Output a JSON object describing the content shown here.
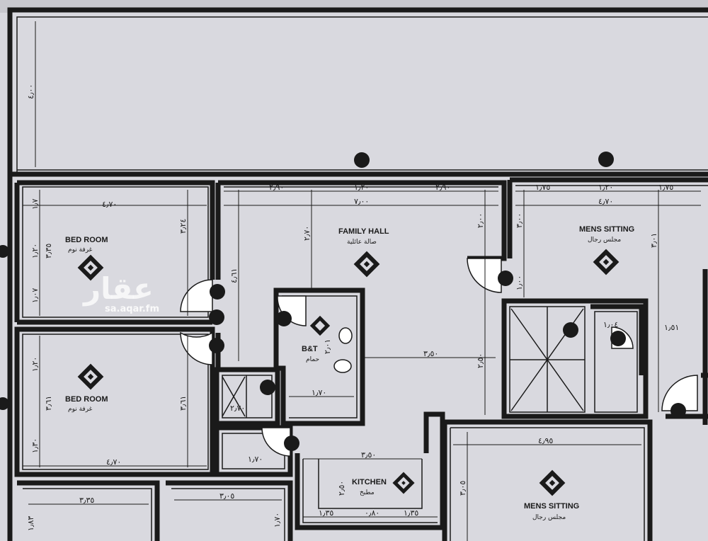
{
  "rooms": {
    "bed1": {
      "en": "BED ROOM",
      "ar": "غرفة نوم"
    },
    "bed2": {
      "en": "BED ROOM",
      "ar": "غرفة نوم"
    },
    "family": {
      "en": "FAMILY HALL",
      "ar": "صالة عائلية"
    },
    "mens1": {
      "en": "MENS SITTING",
      "ar": "مجلس رجال"
    },
    "mens2": {
      "en": "MENS SITTING",
      "ar": "مجلس رجال"
    },
    "bath": {
      "en": "B&T",
      "ar": "حمام"
    },
    "kitchen": {
      "en": "KITCHEN",
      "ar": "مطبخ"
    }
  },
  "dims": {
    "top_left_vert": "٤٫٠٠",
    "bed1_width": "٤٫٧٠",
    "bed1_h1": "١٫٧",
    "bed1_h2": "١٫٢٠",
    "bed1_h3": "٣٫٣٥",
    "bed1_h4": "١٫٠٧",
    "bed1_right": "٣٫٢٤",
    "bed2_width": "٤٫٧٠",
    "bed2_h1": "١٫٢٠",
    "bed2_h2": "٣٫٦١",
    "bed2_h3": "١٫٣٠",
    "bed2_right": "٣٫٦١",
    "hall_seg1": "٢٫٩٠",
    "hall_seg2": "١٫٢٠",
    "hall_seg3": "٢٫٩٠",
    "hall_total": "٧٫٠٠",
    "hall_left": "٤٫٦١",
    "hall_h": "٢٫٧٠",
    "hall_right": "٢٫٠٠",
    "hall_mid": "٣٫٥٠",
    "hall_right2": "٢٫٥٠",
    "bath_w": "١٫٧٠",
    "bath_h": "٢٫٠١",
    "mens1_seg1": "١٫٧٥",
    "mens1_seg2": "١٫٢٠",
    "mens1_seg3": "١٫٧٥",
    "mens1_total": "٤٫٧٠",
    "mens1_left": "٣٫٠٠",
    "mens1_right": "٣٫٠١",
    "mens1_h2": "١٫٠٠",
    "wc_w": "١٫٠٤",
    "wc_h": "١٫٥١",
    "kitchen_w": "٣٫٥٠",
    "kitchen_h": "٢٫٥٠",
    "kitchen_seg1": "١٫٣٥",
    "kitchen_seg2": "٠٫٨٠",
    "kitchen_seg3": "١٫٣٥",
    "mens2_w": "٤٫٩٥",
    "mens2_h": "٣٫٠٥",
    "bottom1_w": "٣٫٣٥",
    "bottom2_w": "٣٫٠٥",
    "bottom_h1": "١٫٨٣",
    "bottom_h2": "١٫٧٠",
    "store_w": "١٫٧٠",
    "store_w2": "٢٫٧٠"
  },
  "watermark": {
    "ar": "عقار",
    "en": "sa.aqar.fm"
  },
  "colors": {
    "paper": "#d9d9df",
    "ink": "#1a1a1a"
  }
}
